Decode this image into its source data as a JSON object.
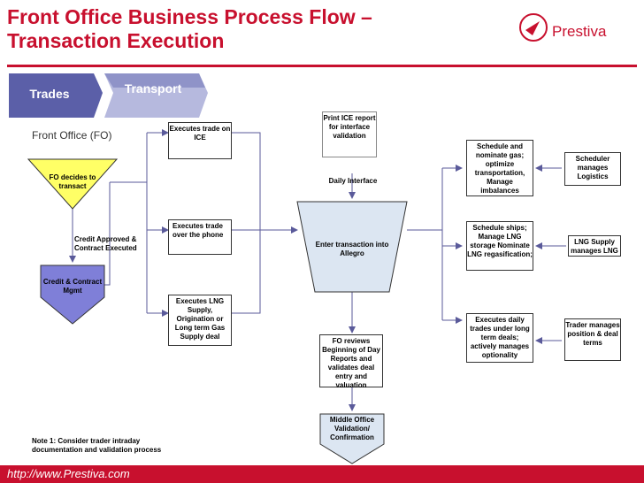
{
  "header": {
    "title": "Front Office Business Process Flow –\nTransaction Execution",
    "logo_text": "Prestiva"
  },
  "tabs": {
    "trades": "Trades",
    "transport": "Transport"
  },
  "lane_label": "Front Office (FO)",
  "nodes": {
    "fo_decides": "FO decides to transact",
    "credit_mgmt": "Credit & Contract Mgmt",
    "credit_approved": "Credit Approved & Contract Executed",
    "exec_ice": "Executes trade on ICE",
    "exec_phone": "Executes trade over the phone",
    "exec_lng": "Executes LNG Supply, Origination or Long term Gas Supply deal",
    "print_ice": "Print ICE report for interface validation",
    "daily_interface": "Daily Interface",
    "enter_allegro": "Enter transaction into Allegro",
    "fo_reviews": "FO reviews Beginning of Day Reports and validates deal entry and valuation",
    "middle_office": "Middle Office Validation/ Confirmation",
    "schedule_gas": "Schedule and nominate gas; optimize transportation, Manage imbalances",
    "schedule_ships": "Schedule ships; Manage LNG storage Nominate LNG regasification;",
    "execute_daily": "Executes daily trades under long term deals; actively manages optionality",
    "scheduler": "Scheduler manages Logistics",
    "lng_supply": "LNG Supply manages LNG",
    "trader": "Trader manages position & deal terms"
  },
  "note": "Note 1:  Consider trader intraday documentation and validation process",
  "footer": {
    "url": "http://www.Prestiva.com"
  },
  "colors": {
    "brand_red": "#c8102e",
    "tab_trades": "#5b5fa8",
    "tab_transport": "#8f93c8",
    "fo_diamond": "#ffff66",
    "credit_node": "#7f7fd8",
    "hub_fill": "#dce6f2",
    "terminator_fill": "#dce6f2"
  }
}
